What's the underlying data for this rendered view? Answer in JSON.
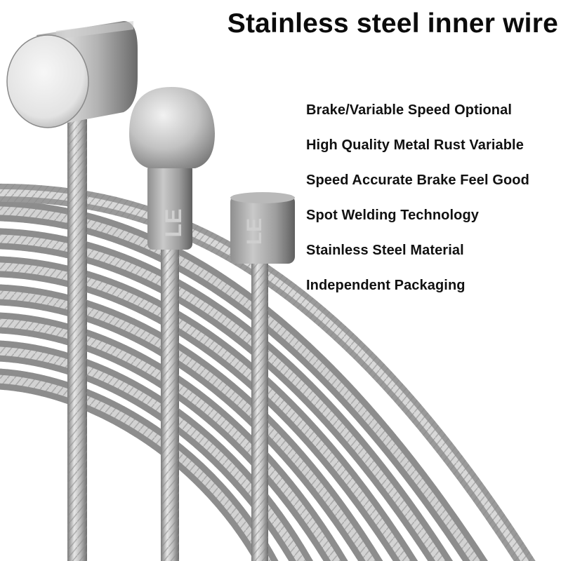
{
  "title": "Stainless steel inner wire",
  "features": [
    "Brake/Variable Speed Optional",
    "High Quality Metal Rust Variable",
    "Speed Accurate Brake Feel Good",
    "Spot Welding Technology",
    "Stainless Steel Material",
    "Independent Packaging"
  ],
  "product_marking": "LE",
  "colors": {
    "background": "#ffffff",
    "text": "#111111",
    "steel_light": "#e8e8e8",
    "steel_mid": "#a9a9a9",
    "steel_dark": "#6f6f6f"
  }
}
